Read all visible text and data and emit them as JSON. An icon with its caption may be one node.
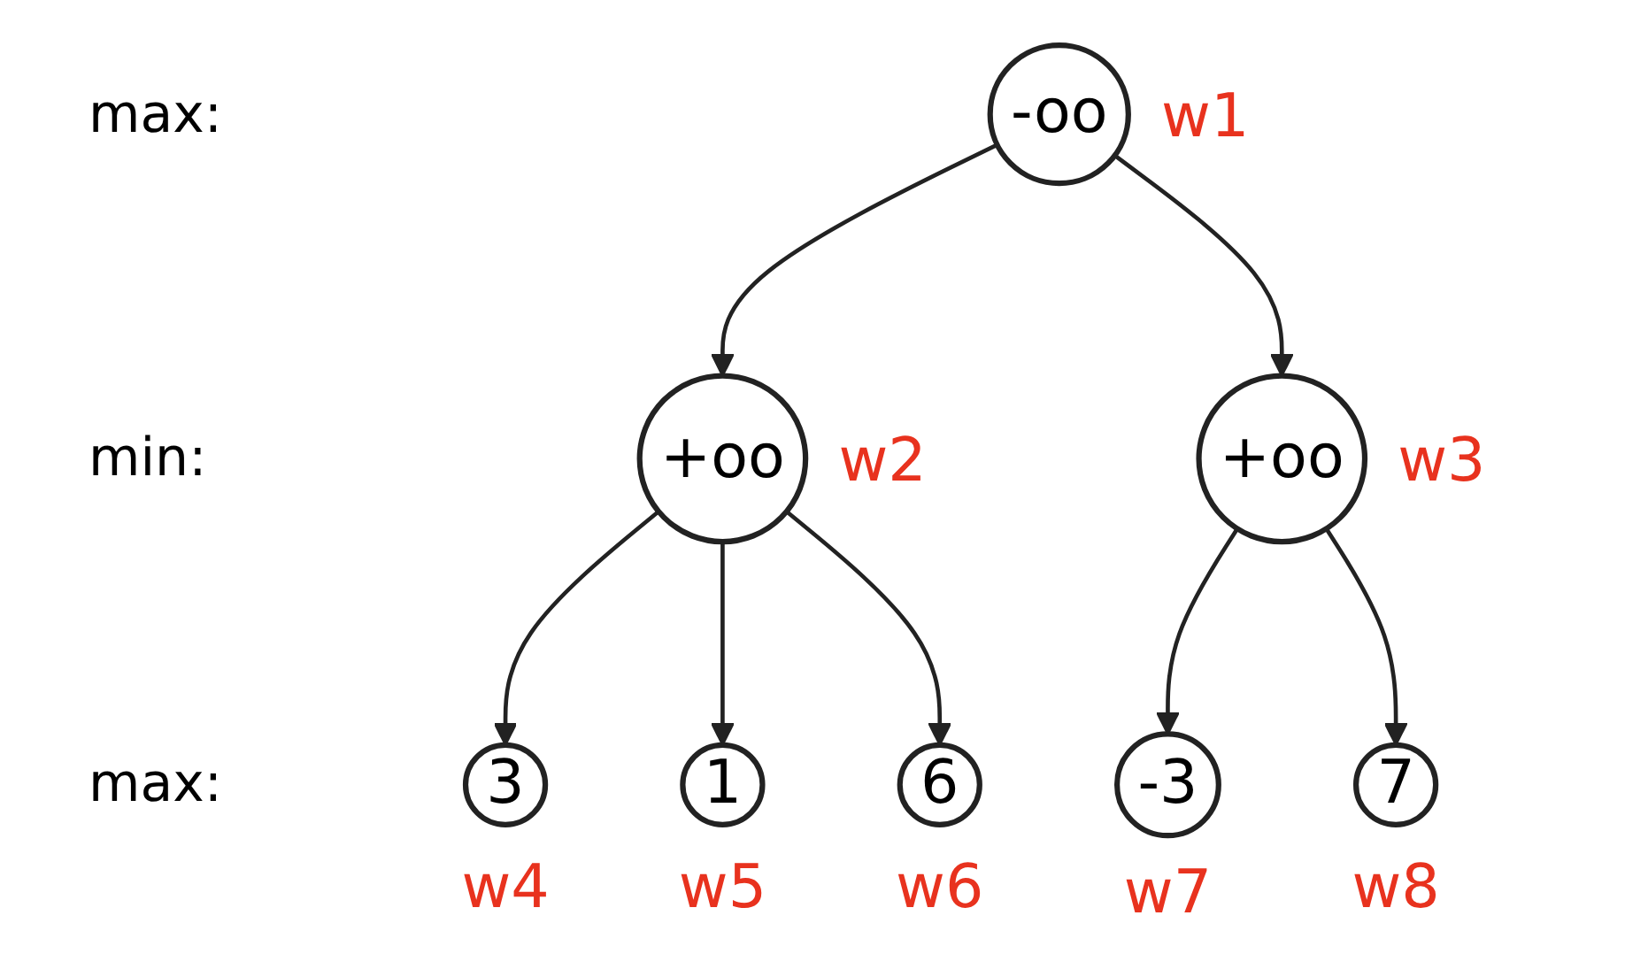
{
  "diagram": {
    "nodes": [
      {
        "text": [
          "-oo"
        ],
        "beside": [
          "w1"
        ]
      },
      {
        "text": [
          "+oo"
        ],
        "beside": [
          "w2"
        ]
      },
      {
        "text": [
          "+oo"
        ],
        "beside": [
          "w3"
        ]
      },
      {
        "text": [
          "3"
        ],
        "beside": [
          "w4"
        ]
      },
      {
        "text": [
          "1"
        ],
        "beside": [
          "w5"
        ]
      },
      {
        "text": [
          "6"
        ],
        "beside": [
          "w6"
        ]
      },
      {
        "text": [
          "-3"
        ],
        "beside": [
          "w7"
        ]
      },
      {
        "text": [
          "7"
        ],
        "beside": [
          "w8"
        ]
      }
    ],
    "edges": [
      {
        "from": 0,
        "to": 1,
        "arrow": "to"
      },
      {
        "from": 0,
        "to": 2,
        "arrow": "to"
      },
      {
        "from": 1,
        "to": 3,
        "arrow": "to"
      },
      {
        "from": 1,
        "to": 4,
        "arrow": "to"
      },
      {
        "from": 1,
        "to": 5,
        "arrow": "to"
      },
      {
        "from": 2,
        "to": 6,
        "arrow": "to"
      },
      {
        "from": 2,
        "to": 7,
        "arrow": "to"
      }
    ],
    "labels": [
      "max:",
      "min:",
      "max:"
    ]
  }
}
